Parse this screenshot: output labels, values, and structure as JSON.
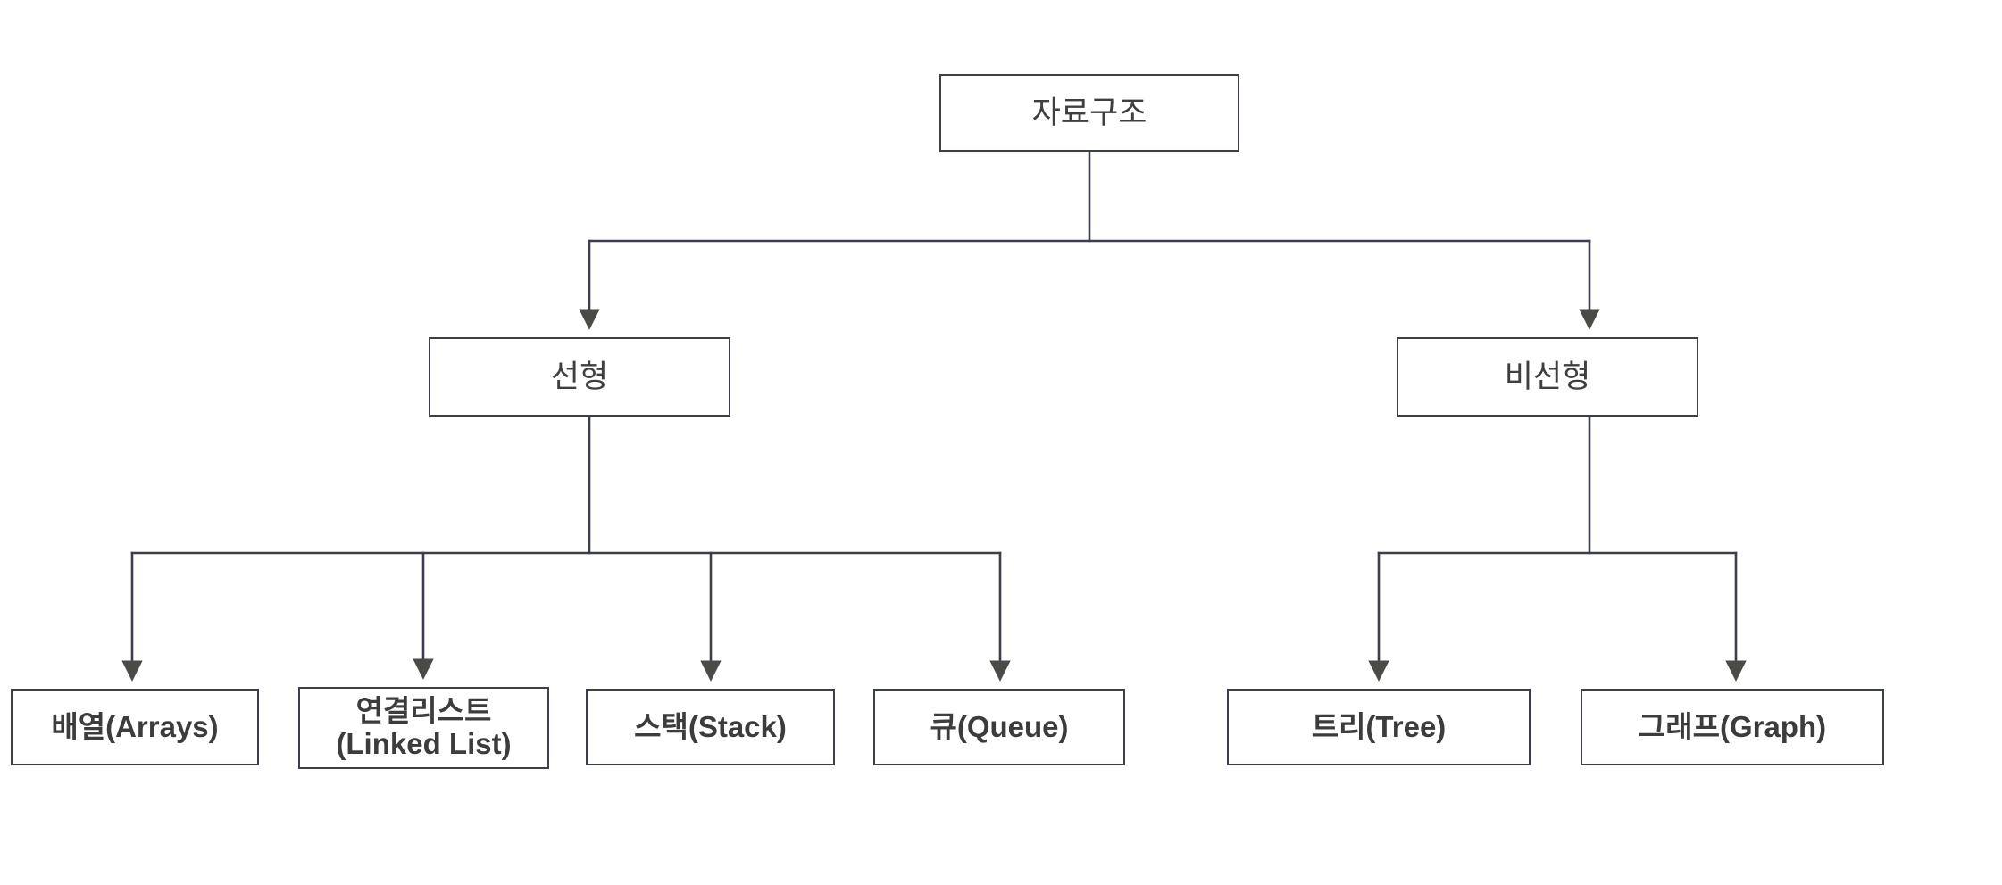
{
  "diagram": {
    "type": "tree",
    "title": "자료구조",
    "stroke_color": "#3b3f4d",
    "background_color": "#ffffff",
    "text_color": "#3c3c3c",
    "nodes": {
      "root": {
        "label": "자료구조",
        "level": 0
      },
      "linear": {
        "label": "선형",
        "level": 1
      },
      "nonlinear": {
        "label": "비선형",
        "level": 1
      },
      "arrays": {
        "label": "배열(Arrays)",
        "level": 2,
        "parent": "선형"
      },
      "linked_list": {
        "label": "연결리스트\n(Linked List)",
        "level": 2,
        "parent": "선형"
      },
      "stack": {
        "label": "스택(Stack)",
        "level": 2,
        "parent": "선형"
      },
      "queue": {
        "label": "큐(Queue)",
        "level": 2,
        "parent": "선형"
      },
      "tree": {
        "label": "트리(Tree)",
        "level": 2,
        "parent": "비선형"
      },
      "graph": {
        "label": "그래프(Graph)",
        "level": 2,
        "parent": "비선형"
      }
    },
    "edges": [
      {
        "from": "자료구조",
        "to": "선형"
      },
      {
        "from": "자료구조",
        "to": "비선형"
      },
      {
        "from": "선형",
        "to": "배열(Arrays)"
      },
      {
        "from": "선형",
        "to": "연결리스트(Linked List)"
      },
      {
        "from": "선형",
        "to": "스택(Stack)"
      },
      {
        "from": "선형",
        "to": "큐(Queue)"
      },
      {
        "from": "비선형",
        "to": "트리(Tree)"
      },
      {
        "from": "비선형",
        "to": "그래프(Graph)"
      }
    ]
  }
}
